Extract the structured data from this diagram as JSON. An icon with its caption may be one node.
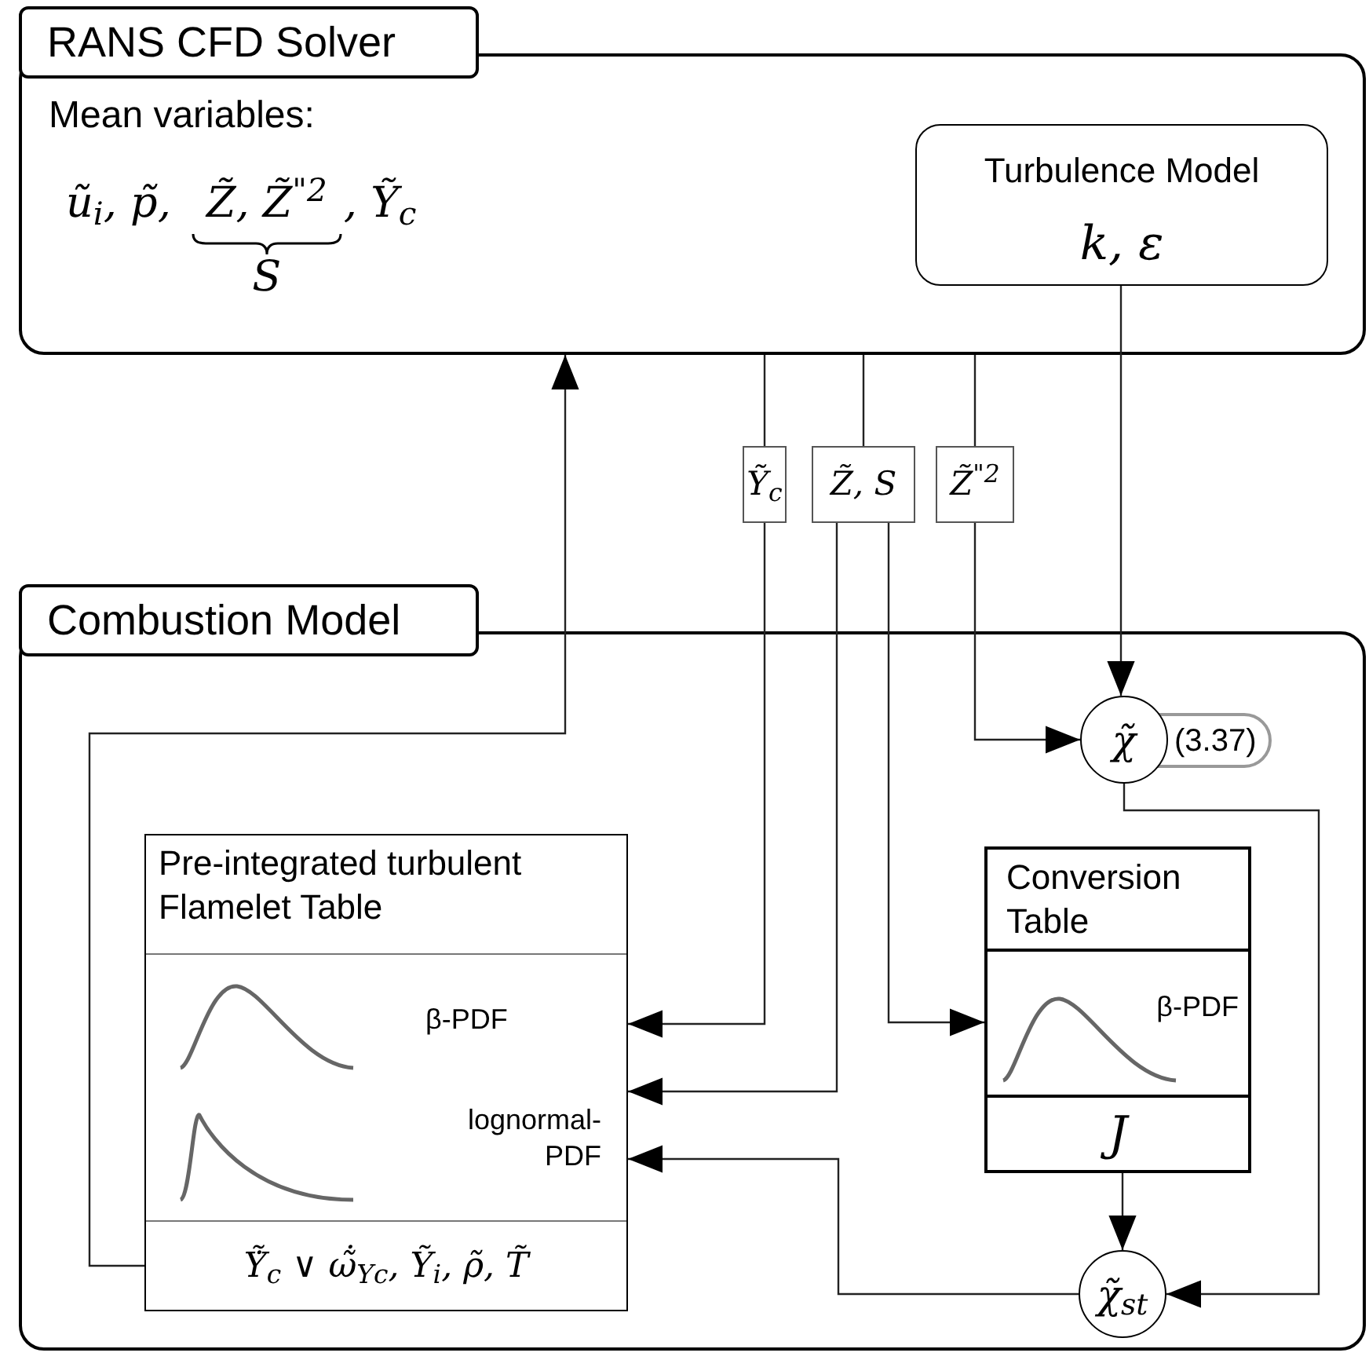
{
  "diagram": {
    "nodes": [
      {
        "text": [
          "RANS CFD Solver",
          "Mean variables:",
          "ũ$_{i}$,  p̃,",
          "Z̃, Z̃$^{\"2}$",
          ", Ỹ$_{c}$",
          "S"
        ]
      },
      {
        "text": [
          "Turbulence Model",
          "k, ε"
        ],
        "in": 0
      },
      {
        "text": [
          "Ỹ$_{c}$"
        ]
      },
      {
        "text": [
          "Z̃, S"
        ]
      },
      {
        "text": [
          "Z̃$^{\"2}$"
        ]
      },
      {
        "text": [
          "Combustion Model"
        ]
      },
      {
        "text": [
          "Pre-integrated turbulent Flamelet Table",
          "β-PDF",
          "lognormal- PDF",
          "Ỹ̇$_{c}$ ∨ ω̃̇$_{Yc}$, Ỹ$_{i}$, ρ̃, T̃"
        ],
        "in": 5
      },
      {
        "text": [
          "Conversion Table",
          "β-PDF",
          "J"
        ],
        "in": 5
      },
      {
        "text": [
          "χ̃"
        ],
        "beside": [
          "(3.37)"
        ],
        "in": 5
      },
      {
        "text": [
          "χ̃$_{st}$"
        ],
        "in": 5
      }
    ],
    "edges": [
      {
        "from": 6,
        "to": 0,
        "arrow": "to"
      },
      {
        "from": 0,
        "to": 2,
        "arrow": "none"
      },
      {
        "from": 2,
        "to": 6,
        "arrow": "to"
      },
      {
        "from": 0,
        "to": 3,
        "arrow": "none"
      },
      {
        "from": 3,
        "to": 6,
        "arrow": "to"
      },
      {
        "from": 3,
        "to": 7,
        "arrow": "to"
      },
      {
        "from": 0,
        "to": 4,
        "arrow": "none"
      },
      {
        "from": 4,
        "to": 8,
        "arrow": "to"
      },
      {
        "from": 1,
        "to": 8,
        "arrow": "to"
      },
      {
        "from": 8,
        "to": 9,
        "arrow": "to"
      },
      {
        "from": 7,
        "to": 9,
        "arrow": "to"
      },
      {
        "from": 9,
        "to": 6,
        "arrow": "to"
      }
    ]
  }
}
